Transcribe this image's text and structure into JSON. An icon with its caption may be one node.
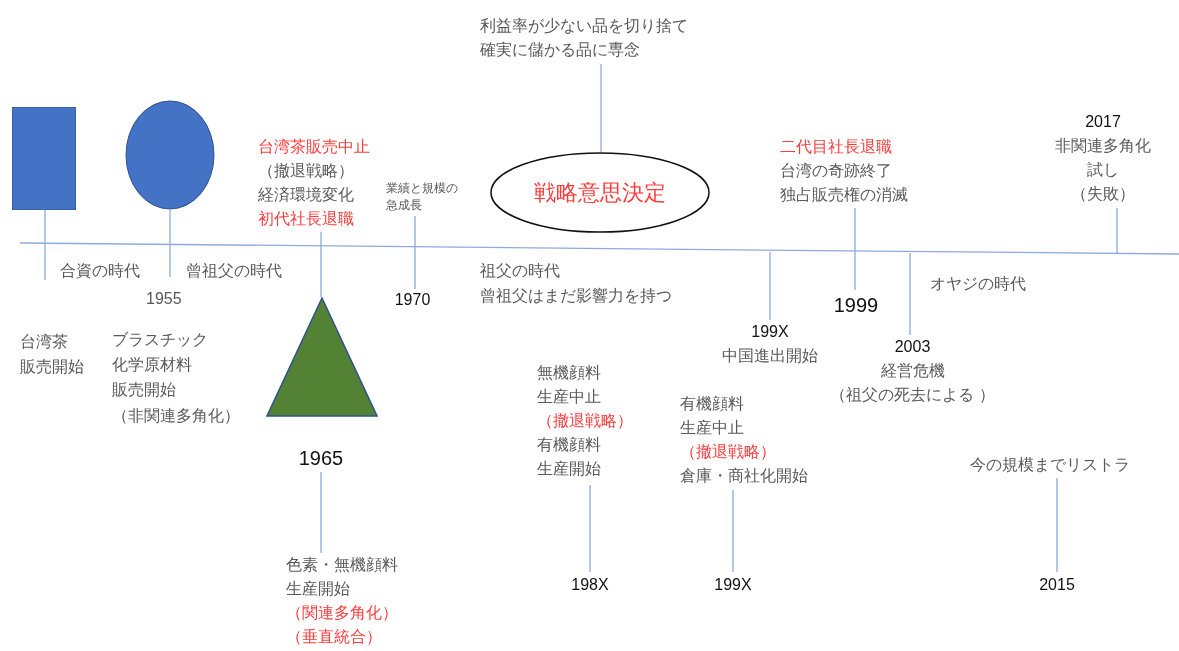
{
  "diagram": {
    "nodes": [
      {
        "text": [],
        "shape": "box"
      },
      {
        "text": [],
        "shape": "ellipse"
      },
      {
        "text": [
          "台湾茶販売中止",
          "（撤退戦略）",
          "経済環境変化",
          "初代社長退職"
        ]
      },
      {
        "text": [
          "利益率が少ない品を切り捨て確実に儲かる品に専念"
        ]
      },
      {
        "text": [
          "戦略意思決定"
        ]
      },
      {
        "text": [
          "業績と規模の急成長"
        ]
      },
      {
        "text": [
          "二代目社長退職",
          "台湾の奇跡終了",
          "独占販売権の消滅"
        ]
      },
      {
        "text": [
          "2017",
          "非関連多角化試し",
          "（失敗）"
        ]
      },
      {
        "text": [
          "1970"
        ]
      },
      {
        "text": [
          "1999"
        ]
      },
      {
        "text": [
          "199X",
          "中国進出開始"
        ]
      },
      {
        "text": [
          "2003",
          "経営危機",
          "（祖父の死去による ）"
        ]
      },
      {
        "text": [],
        "shape": "triangle"
      },
      {
        "text": [
          "1965"
        ]
      },
      {
        "text": [
          "色素・無機顔料生産開始",
          "（関連多角化）",
          "（垂直統合）"
        ]
      },
      {
        "text": [
          "無機顔料生産中止",
          "（撤退戦略）",
          "有機顔料生産開始"
        ]
      },
      {
        "text": [
          "有機顔料生産中止",
          "（撤退戦略）",
          "倉庫・商社化開始"
        ]
      },
      {
        "text": [
          "今の規模までリストラ"
        ]
      },
      {
        "text": [
          "198X"
        ]
      },
      {
        "text": [
          "199X"
        ]
      },
      {
        "text": [
          "2015"
        ]
      }
    ],
    "edges": [
      {
        "from": 0,
        "to": null,
        "arrow": "none"
      },
      {
        "from": 1,
        "to": null,
        "arrow": "none"
      },
      {
        "from": 2,
        "to": 12,
        "arrow": "none"
      },
      {
        "from": 5,
        "to": 8,
        "arrow": "none"
      },
      {
        "from": 3,
        "to": 4,
        "arrow": "none"
      },
      {
        "from": 6,
        "to": 9,
        "arrow": "none"
      },
      {
        "from": null,
        "to": 10,
        "arrow": "none"
      },
      {
        "from": null,
        "to": 11,
        "arrow": "none"
      },
      {
        "from": 7,
        "to": null,
        "arrow": "none"
      },
      {
        "from": 13,
        "to": 14,
        "arrow": "none"
      },
      {
        "from": 15,
        "to": 18,
        "arrow": "none"
      },
      {
        "from": 16,
        "to": 19,
        "arrow": "none"
      },
      {
        "from": 17,
        "to": 20,
        "arrow": "none"
      }
    ],
    "labels": [
      "合資の時代",
      "曾祖父の時代",
      "1955",
      "台湾茶",
      "販売開始",
      "ブラスチック",
      "化学原材料",
      "販売開始",
      "（非関連多角化）",
      "祖父の時代",
      "曾祖父はまだ影響力を持つ",
      "オヤジの時代"
    ]
  }
}
